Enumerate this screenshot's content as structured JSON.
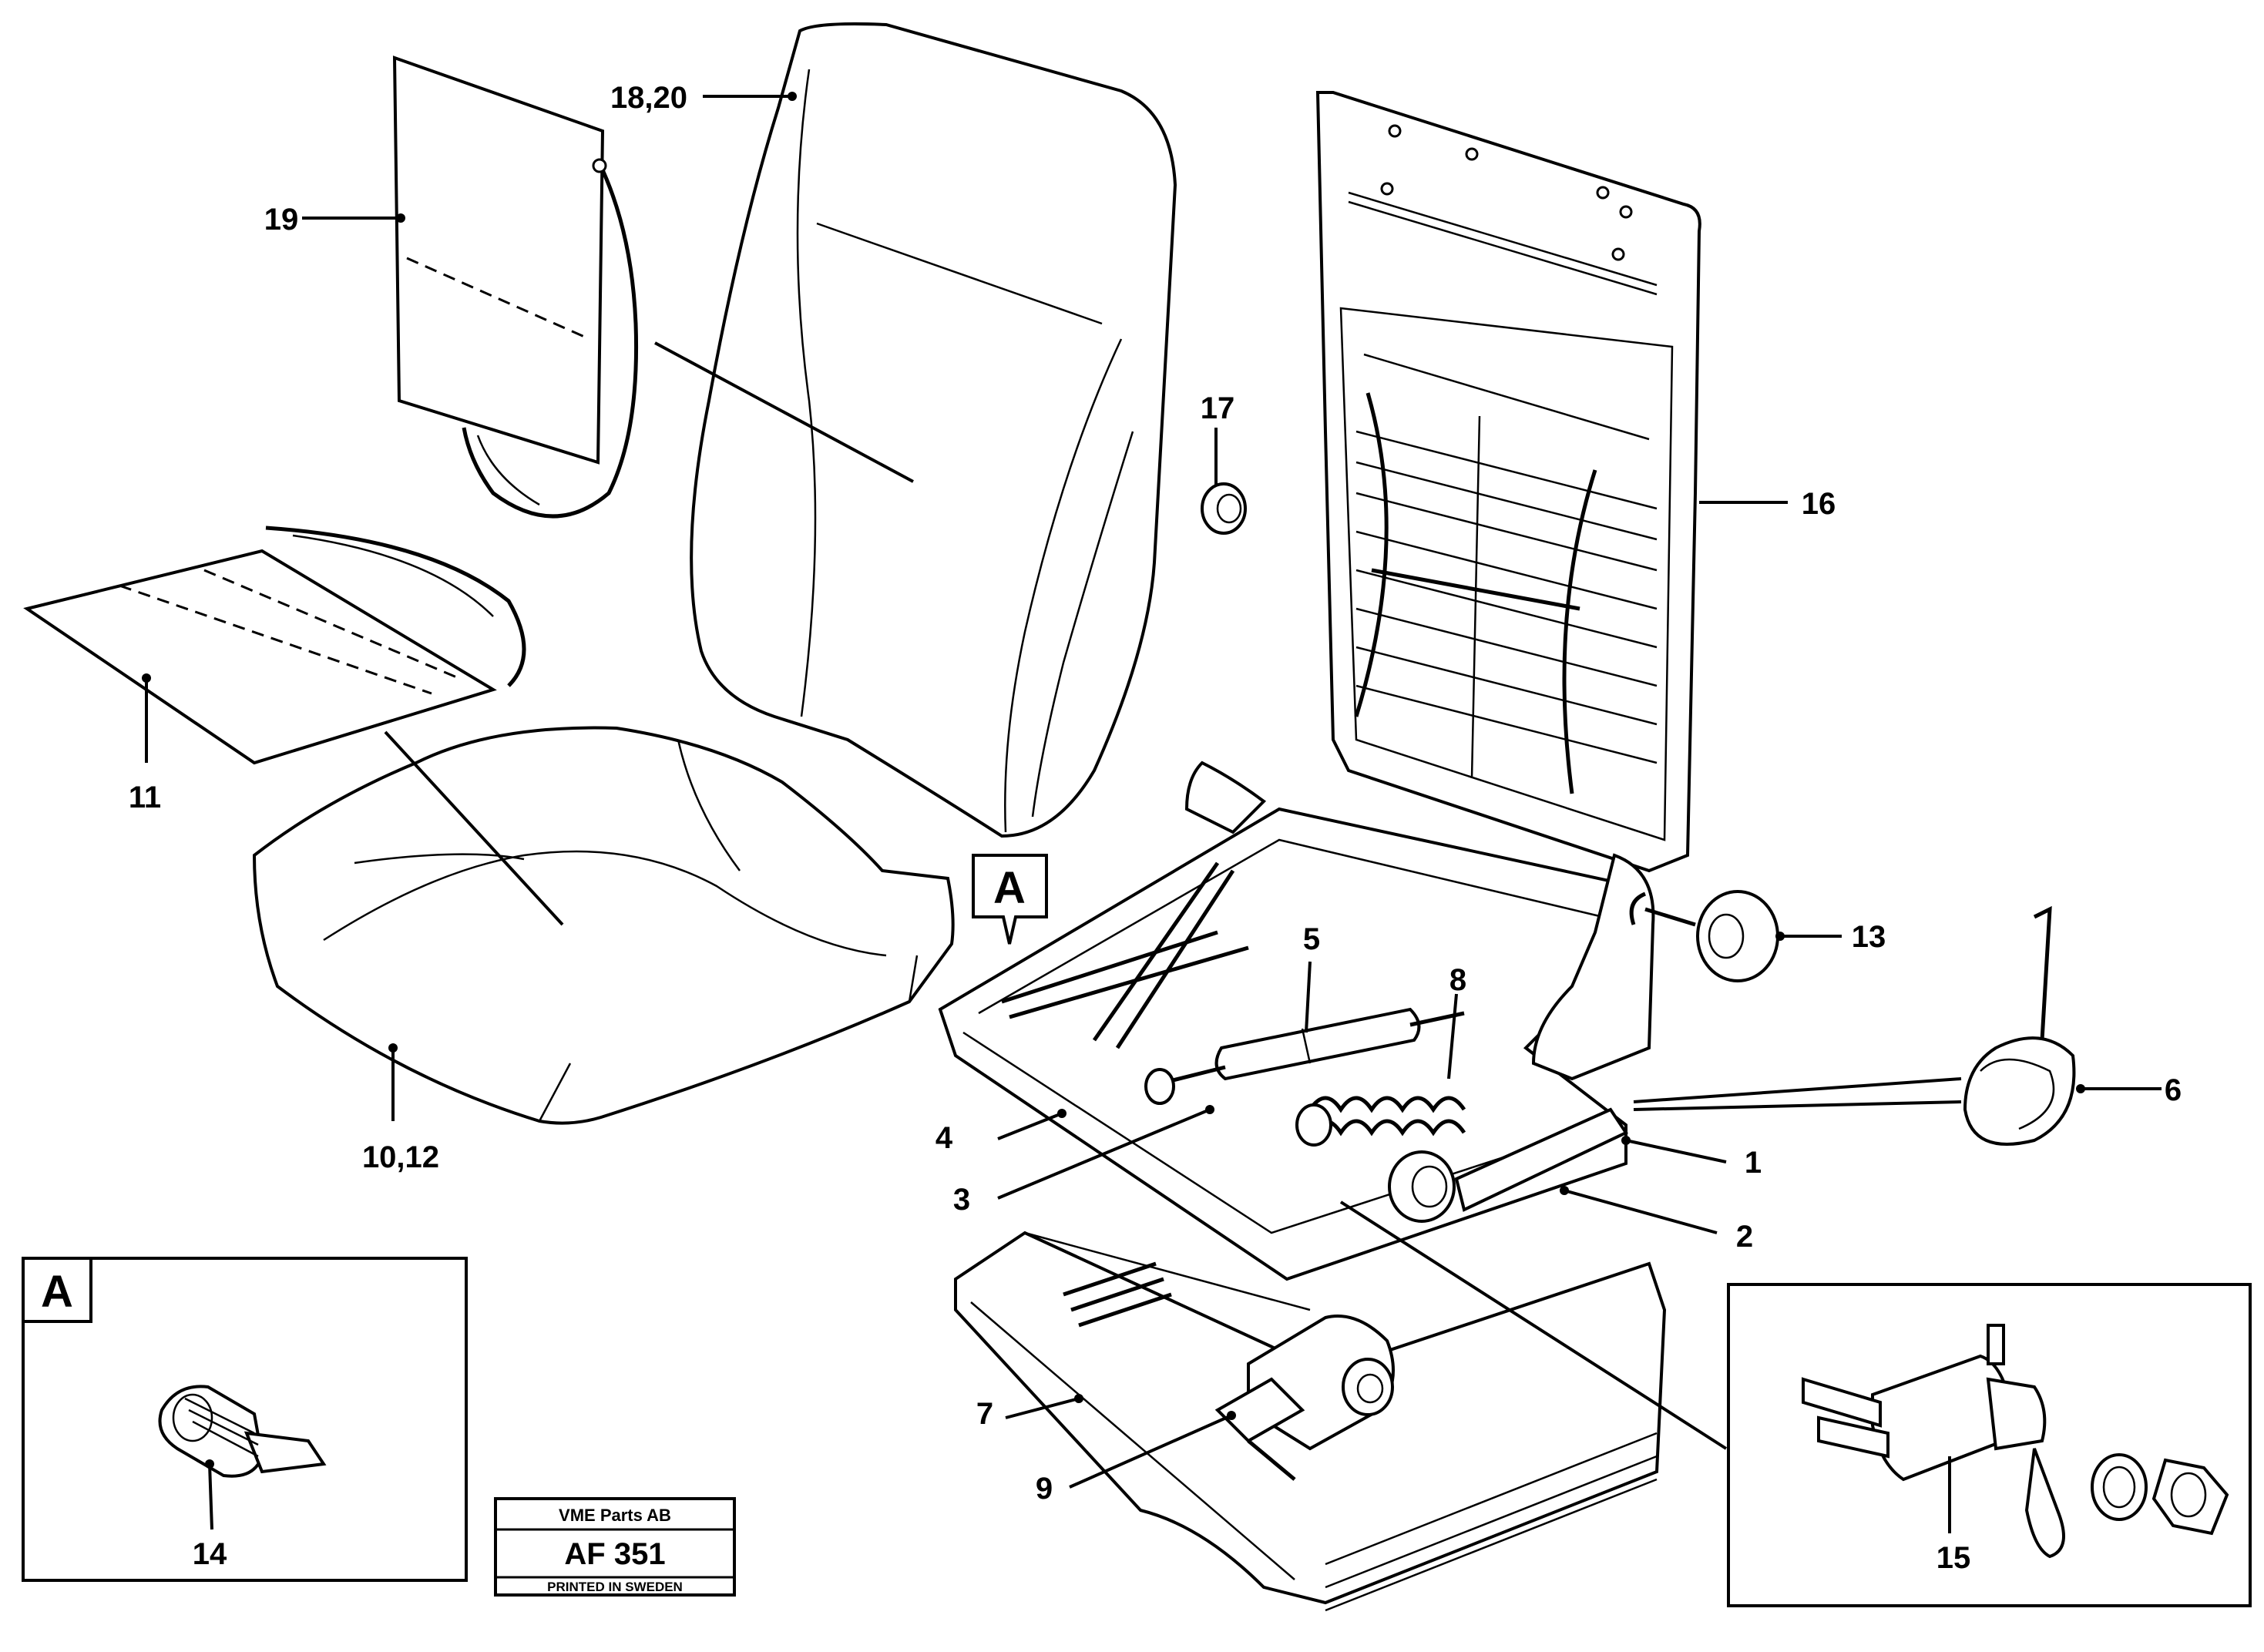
{
  "callouts": {
    "c1": "1",
    "c2": "2",
    "c3": "3",
    "c4": "4",
    "c5": "5",
    "c6": "6",
    "c7": "7",
    "c8": "8",
    "c9": "9",
    "c10_12": "10,12",
    "c11": "11",
    "c13": "13",
    "c14": "14",
    "c15": "15",
    "c16": "16",
    "c17": "17",
    "c18_20": "18,20",
    "c19": "19"
  },
  "view_marker": "A",
  "detail_box_label": "A",
  "title_block": {
    "company": "VME Parts AB",
    "drawing_no": "AF 351",
    "printed": "PRINTED IN SWEDEN"
  }
}
